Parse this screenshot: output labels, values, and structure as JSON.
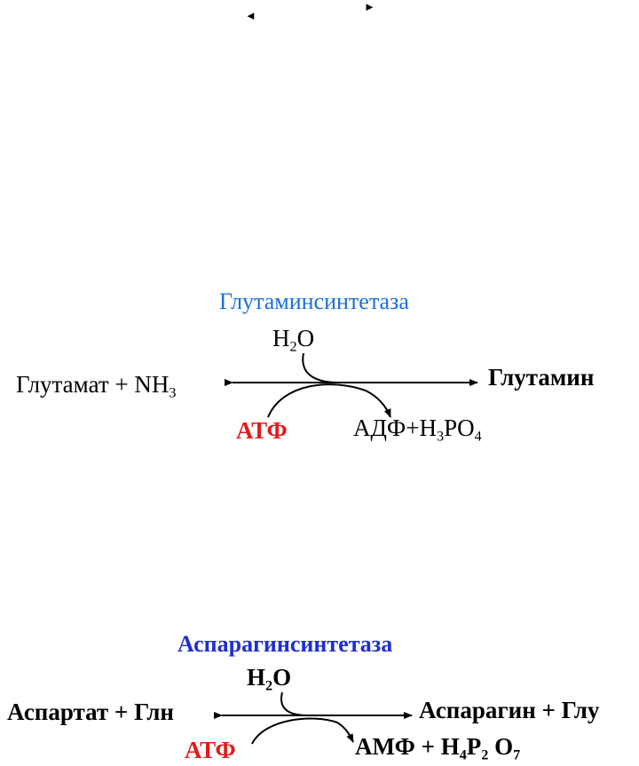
{
  "top_arrows": {
    "left_glyph": "◄",
    "right_glyph": "►"
  },
  "reaction1": {
    "enzyme": "Глутаминсинтетаза",
    "water": {
      "main": "H",
      "sub": "2",
      "tail": "O"
    },
    "substrate": {
      "main": "Глутамат + NH",
      "sub": "3"
    },
    "product": "Глутамин",
    "cofactor": "АТФ",
    "byproduct": {
      "a": "АДФ+H",
      "sub1": "3",
      "b": "PO",
      "sub2": "4"
    },
    "colors": {
      "enzyme": "#1a6fd6",
      "cofactor": "#e01b1b"
    }
  },
  "reaction2": {
    "enzyme": "Аспарагинсинтетаза",
    "water": {
      "main": "H",
      "sub": "2",
      "tail": "O"
    },
    "substrate": "Аспартат + Глн",
    "product": "Аспарагин + Глу",
    "cofactor": "АТФ",
    "byproduct": {
      "a": "АМФ + H",
      "sub1": "4",
      "b": "P",
      "sub2": "2",
      "c": " O",
      "sub3": "7"
    },
    "colors": {
      "enzyme": "#1f2fd0",
      "cofactor": "#e01b1b"
    }
  }
}
